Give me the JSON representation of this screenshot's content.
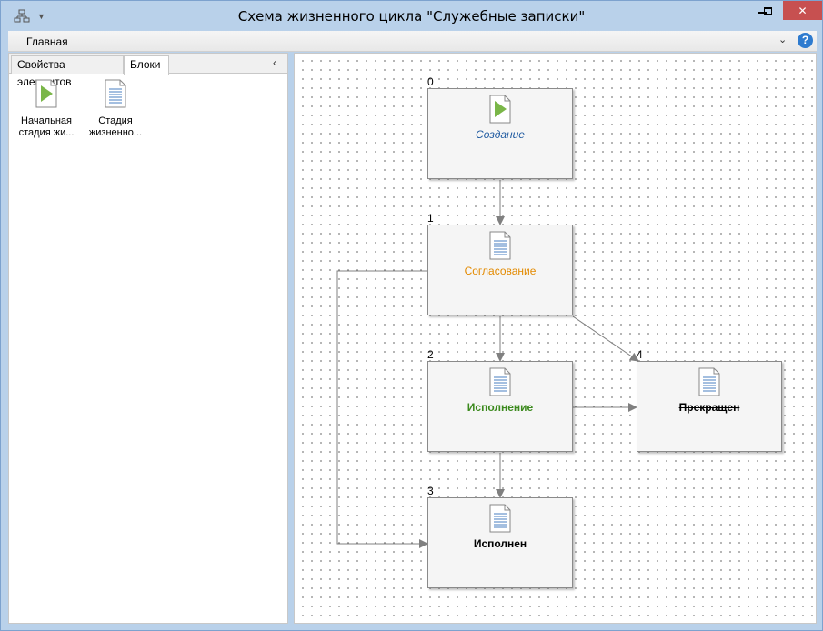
{
  "window": {
    "title": "Схема жизненного цикла \"Служебные записки\"",
    "app_icon": "hierarchy-icon",
    "close_glyph": "✕"
  },
  "menubar": {
    "home_label": "Главная",
    "collapse_glyph": "⌄",
    "help_label": "?"
  },
  "left_panel": {
    "tabs": [
      {
        "label": "Свойства элементов"
      },
      {
        "label": "Блоки"
      }
    ],
    "collapse_glyph": "‹",
    "blocks": [
      {
        "label": "Начальная стадия жи...",
        "icon": "play-document-icon"
      },
      {
        "label": "Стадия жизненно...",
        "icon": "document-icon"
      }
    ]
  },
  "diagram": {
    "nodes": [
      {
        "num": "0",
        "label": "Создание",
        "icon": "play-document-icon"
      },
      {
        "num": "1",
        "label": "Согласование",
        "icon": "document-icon"
      },
      {
        "num": "2",
        "label": "Исполнение",
        "icon": "document-icon"
      },
      {
        "num": "3",
        "label": "Исполнен",
        "icon": "document-icon"
      },
      {
        "num": "4",
        "label": "Прекращен",
        "icon": "document-icon"
      }
    ],
    "edges": [
      {
        "from": "0",
        "to": "1"
      },
      {
        "from": "1",
        "to": "2"
      },
      {
        "from": "1",
        "to": "4"
      },
      {
        "from": "1",
        "to": "3"
      },
      {
        "from": "2",
        "to": "4"
      },
      {
        "from": "2",
        "to": "3"
      }
    ],
    "colors": {
      "create": "#1f5aa0",
      "approve": "#e38a00",
      "exec": "#3c8a1e",
      "play": "#7ab648",
      "edge": "#808080"
    }
  }
}
